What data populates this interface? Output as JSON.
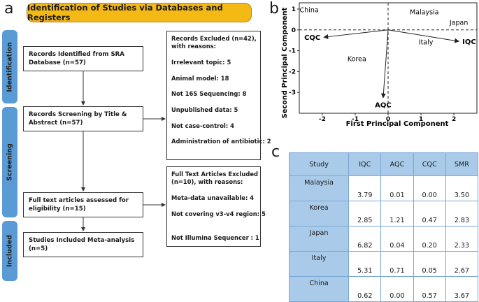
{
  "panels": {
    "a": "a",
    "b": "b",
    "c": "c"
  },
  "flow": {
    "title": "Identification of Studies via Databases and Registers",
    "stages": [
      "Identification",
      "Screening",
      "Included"
    ],
    "boxes": [
      "Records Identified from SRA Database (n=57)",
      "Records Screening by Title & Abstract (n=57)",
      "Full text articles assessed for eligibility (n=15)",
      "Studies Included Meta-analysis (n=5)"
    ],
    "excluded1": [
      "Records Excluded (n=42),",
      "with reasons:",
      "",
      "Irrelevant topic: 5",
      "",
      "Animal model: 18",
      "",
      "Not 16S Sequencing: 8",
      "",
      "Unpublished data: 5",
      "",
      "Not case-control: 4",
      "",
      "Administration of antibiotic: 2"
    ],
    "excluded2": [
      "Full Text Articles Excluded",
      "(n=10), with reasons:",
      "",
      "Meta-data unavailable: 4",
      "",
      "Not covering v3-v4 region: 5",
      "",
      "",
      "Not Illumina Sequencer : 1"
    ]
  },
  "chart_data": {
    "type": "scatter",
    "xlabel": "First Principal Component",
    "ylabel": "Second Principal Component",
    "xlim": [
      -2.7,
      2.7
    ],
    "ylim": [
      -4,
      1.3
    ],
    "xticks": [
      -2,
      -1,
      0,
      1,
      2
    ],
    "yticks": [
      1,
      0,
      -1,
      -2,
      -3
    ],
    "reference_lines": {
      "x": 0,
      "y": 0,
      "style": "dashed"
    },
    "vectors": [
      {
        "name": "IQC",
        "x": 2.15,
        "y": -0.55
      },
      {
        "name": "CQC",
        "x": -1.95,
        "y": -0.35
      },
      {
        "name": "AQC",
        "x": -0.15,
        "y": -3.25
      }
    ],
    "countries": [
      {
        "name": "China",
        "x": -2.4,
        "y": 0.85
      },
      {
        "name": "Malaysia",
        "x": 1.1,
        "y": 0.75
      },
      {
        "name": "Japan",
        "x": 2.15,
        "y": 0.25
      },
      {
        "name": "Italy",
        "x": 1.15,
        "y": -0.7
      },
      {
        "name": "Korea",
        "x": -0.95,
        "y": -1.5
      }
    ]
  },
  "table": {
    "headers": [
      "Study",
      "IQC",
      "AQC",
      "CQC",
      "SMR"
    ],
    "rows": [
      [
        "Malaysia",
        "3.79",
        "0.01",
        "0.00",
        "3.50"
      ],
      [
        "Korea",
        "2.85",
        "1.21",
        "0.47",
        "2.83"
      ],
      [
        "Japan",
        "6.82",
        "0.04",
        "0.20",
        "2.33"
      ],
      [
        "Italy",
        "5.31",
        "0.71",
        "0.05",
        "2.67"
      ],
      [
        "China",
        "0.62",
        "0.00",
        "0.57",
        "3.67"
      ]
    ]
  },
  "colors": {
    "title": "#f5b915",
    "stage": "#5b9bd5",
    "table_header": "#a9cbe9"
  }
}
